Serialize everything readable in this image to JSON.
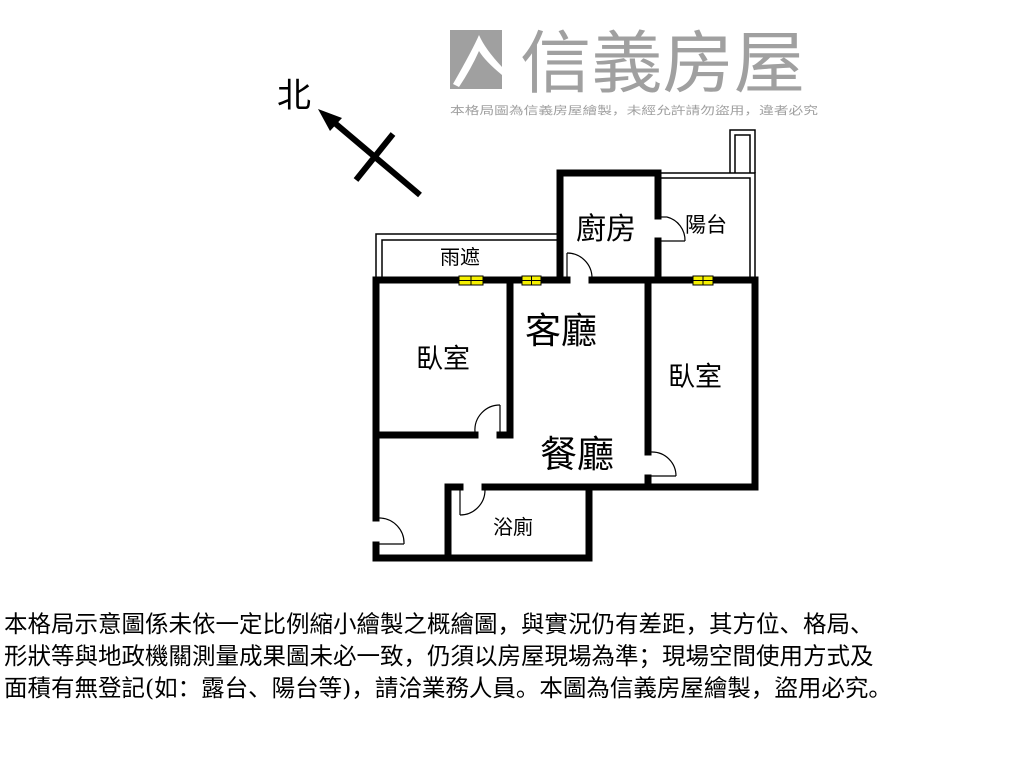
{
  "compass": {
    "label": "北"
  },
  "rooms": {
    "rain_shade": "雨遮",
    "kitchen": "廚房",
    "balcony": "陽台",
    "living_room": "客廳",
    "bedroom_left": "臥室",
    "bedroom_right": "臥室",
    "dining_room": "餐廳",
    "bathroom": "浴廁"
  },
  "watermark": {
    "brand": "信義房屋",
    "notice": "本格局圖為信義房屋繪製，未經允許請勿盜用，違者必究"
  },
  "colors": {
    "wall": "#000000",
    "window": "#f5f000",
    "watermark": "#a0a0a0"
  },
  "disclaimer": [
    "本格局示意圖係未依一定比例縮小繪製之概繪圖，與實況仍有差距，其方位、格局、",
    "形狀等與地政機關測量成果圖未必一致，仍須以房屋現場為準；現場空間使用方式及",
    "面積有無登記(如：露台、陽台等)，請洽業務人員。本圖為信義房屋繪製，盜用必究。"
  ]
}
